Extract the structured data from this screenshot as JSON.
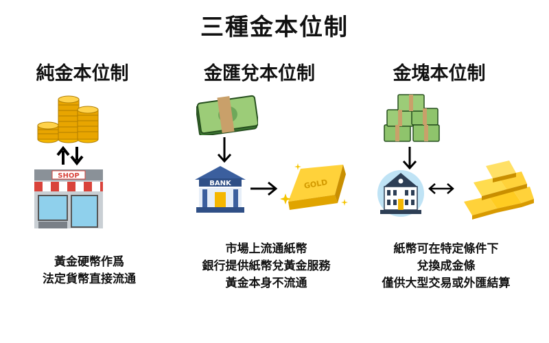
{
  "title": "三種金本位制",
  "columns": [
    {
      "title": "純金本位制",
      "icons": [
        "gold-coins-icon",
        "up-down-arrows-icon",
        "shop-icon"
      ],
      "shop_sign": "SHOP",
      "description": [
        "黃金硬幣作爲",
        "法定貨幣直接流通"
      ]
    },
    {
      "title": "金匯兌本位制",
      "icons": [
        "cash-stack-icon",
        "down-arrow-icon",
        "bank-icon",
        "right-arrow-icon",
        "gold-bar-icon"
      ],
      "bank_sign": "BANK",
      "gold_label": "GOLD",
      "description": [
        "市場上流通紙幣",
        "銀行提供紙幣兌黃金服務",
        "黃金本身不流通"
      ]
    },
    {
      "title": "金塊本位制",
      "icons": [
        "cash-pile-icon",
        "down-arrow-icon",
        "bank-building-icon",
        "left-right-arrow-icon",
        "gold-bars-pile-icon"
      ],
      "description": [
        "紙幣可在特定條件下",
        "兌換成金條",
        "僅供大型交易或外匯結算"
      ]
    }
  ],
  "colors": {
    "gold": "#f5b700",
    "money_green": "#5a9a4a",
    "bank_blue": "#3b5f9e",
    "shop_red": "#d9433b"
  }
}
